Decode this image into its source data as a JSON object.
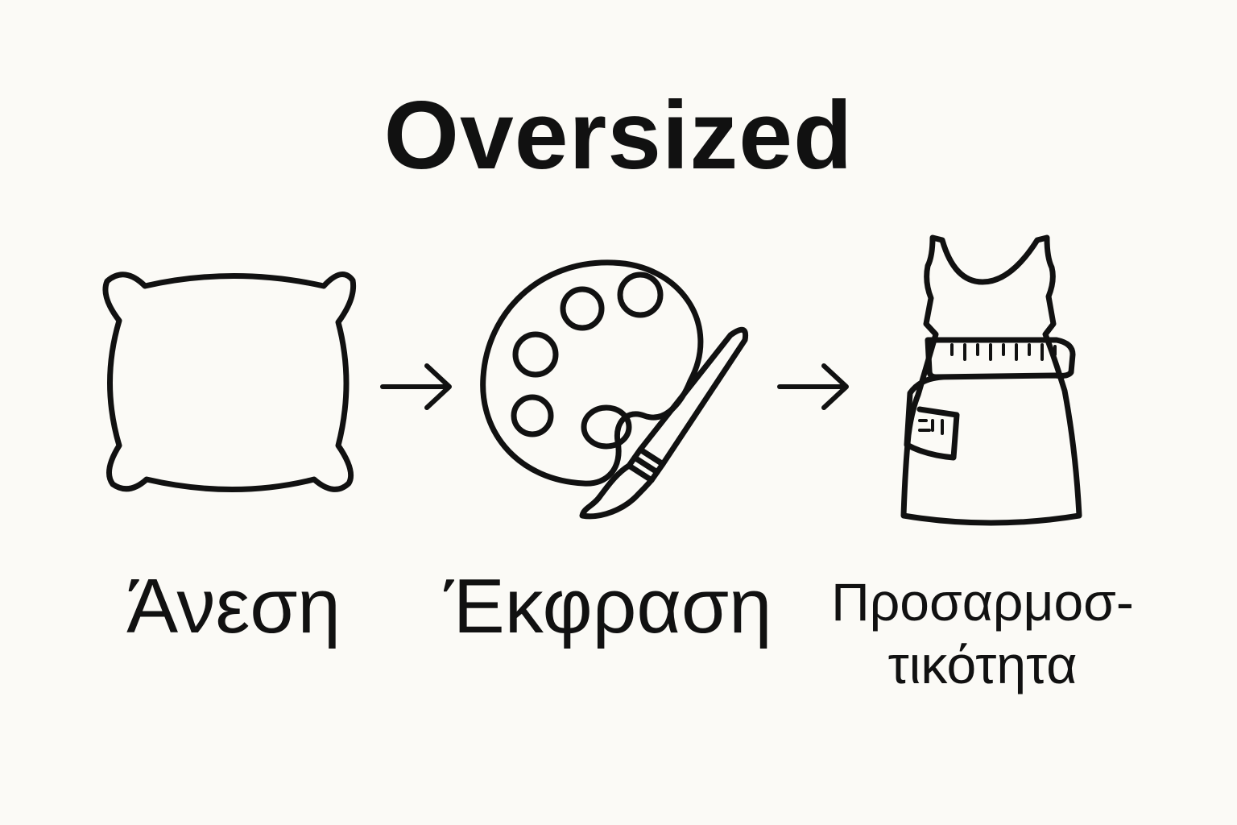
{
  "title": "Oversized",
  "steps": [
    {
      "icon": "pillow-icon",
      "label": "Άνεση"
    },
    {
      "icon": "palette-icon",
      "label": "Έκφραση"
    },
    {
      "icon": "dress-measuring-tape-icon",
      "label": "Προσαρμοσ-\nτικότητα"
    }
  ],
  "connectors": [
    "arrow-right-icon",
    "arrow-right-icon"
  ],
  "colors": {
    "background": "#fbfaf6",
    "ink": "#111111"
  }
}
